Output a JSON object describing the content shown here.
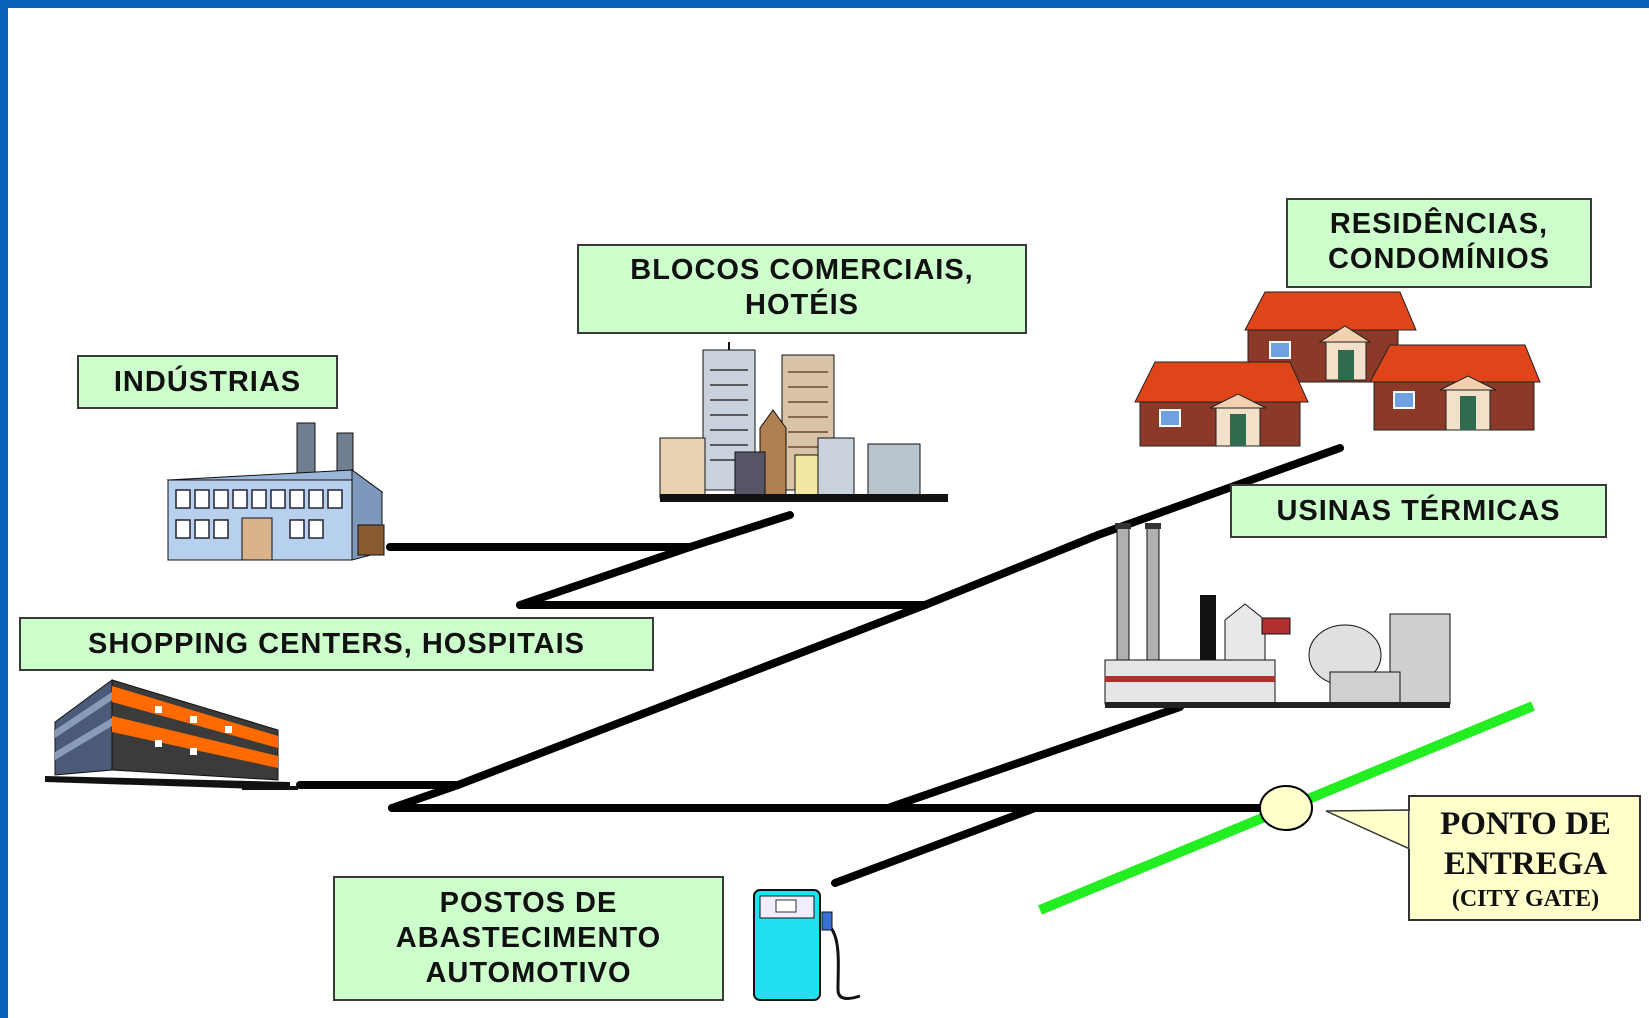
{
  "labels": {
    "industrias": {
      "lines": [
        "INDÚSTRIAS"
      ]
    },
    "blocos": {
      "lines": [
        "BLOCOS COMERCIAIS,",
        "HOTÉIS"
      ]
    },
    "residencias": {
      "lines": [
        "RESIDÊNCIAS,",
        "CONDOMÍNIOS"
      ]
    },
    "usinas": {
      "lines": [
        "USINAS TÉRMICAS"
      ]
    },
    "shopping": {
      "lines": [
        "SHOPPING CENTERS, HOSPITAIS"
      ]
    },
    "postos": {
      "lines": [
        "POSTOS DE",
        "ABASTECIMENTO",
        "AUTOMOTIVO"
      ]
    }
  },
  "city_gate": {
    "line1": "PONTO DE",
    "line2": "ENTREGA",
    "line3": "(CITY GATE)"
  },
  "colors": {
    "frame": "#0a63b8",
    "label_bg": "#ccffcc",
    "callout_bg": "#ffffcc",
    "pipeline": "#000000",
    "transmission": "#22ee22",
    "roof": "#e0451a",
    "brick": "#8b3a2a",
    "stripe": "#ff6a00",
    "pump": "#22e0f0"
  },
  "icons": [
    "factory-icon",
    "skyscrapers-icon",
    "houses-icon",
    "power-plant-icon",
    "office-building-icon",
    "fuel-pump-icon"
  ]
}
